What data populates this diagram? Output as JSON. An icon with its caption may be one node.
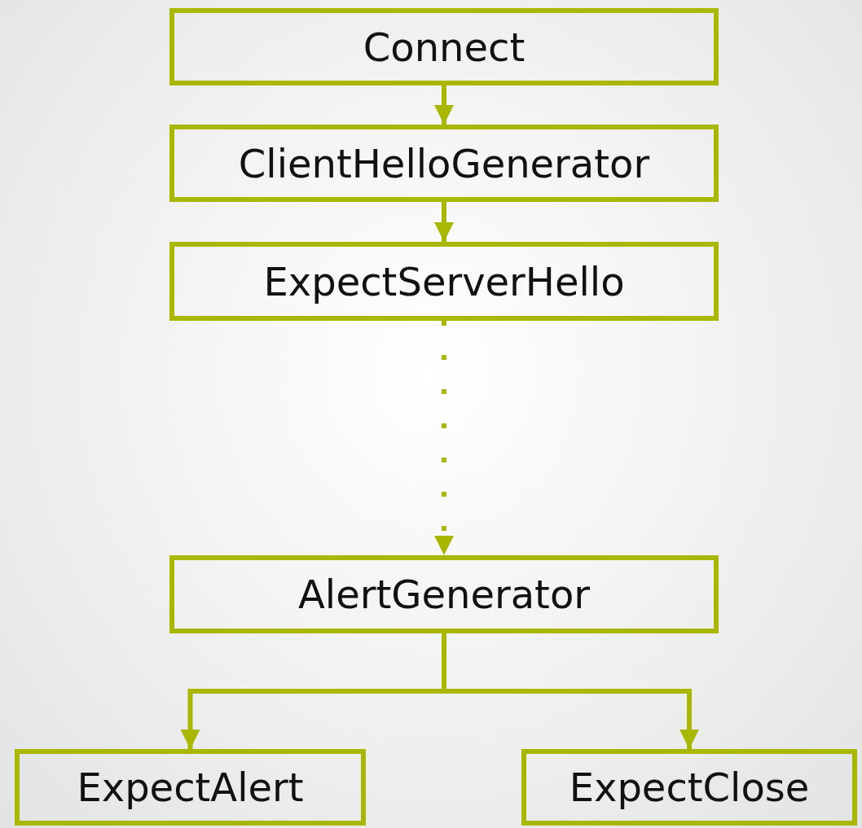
{
  "diagram": {
    "nodes": [
      {
        "text": [
          "Connect"
        ]
      },
      {
        "text": [
          "ClientHelloGenerator"
        ]
      },
      {
        "text": [
          "ExpectServerHello"
        ]
      },
      {
        "text": [
          "AlertGenerator"
        ]
      },
      {
        "text": [
          "ExpectAlert"
        ]
      },
      {
        "text": [
          "ExpectClose"
        ]
      }
    ],
    "edges": [
      {
        "from": 0,
        "to": 1,
        "arrow": "to"
      },
      {
        "from": 1,
        "to": 2,
        "arrow": "to"
      },
      {
        "from": 2,
        "to": 3,
        "arrow": "to",
        "style": "dashed"
      },
      {
        "from": 3,
        "to": 4,
        "arrow": "to"
      },
      {
        "from": 3,
        "to": 5,
        "arrow": "to"
      }
    ]
  }
}
